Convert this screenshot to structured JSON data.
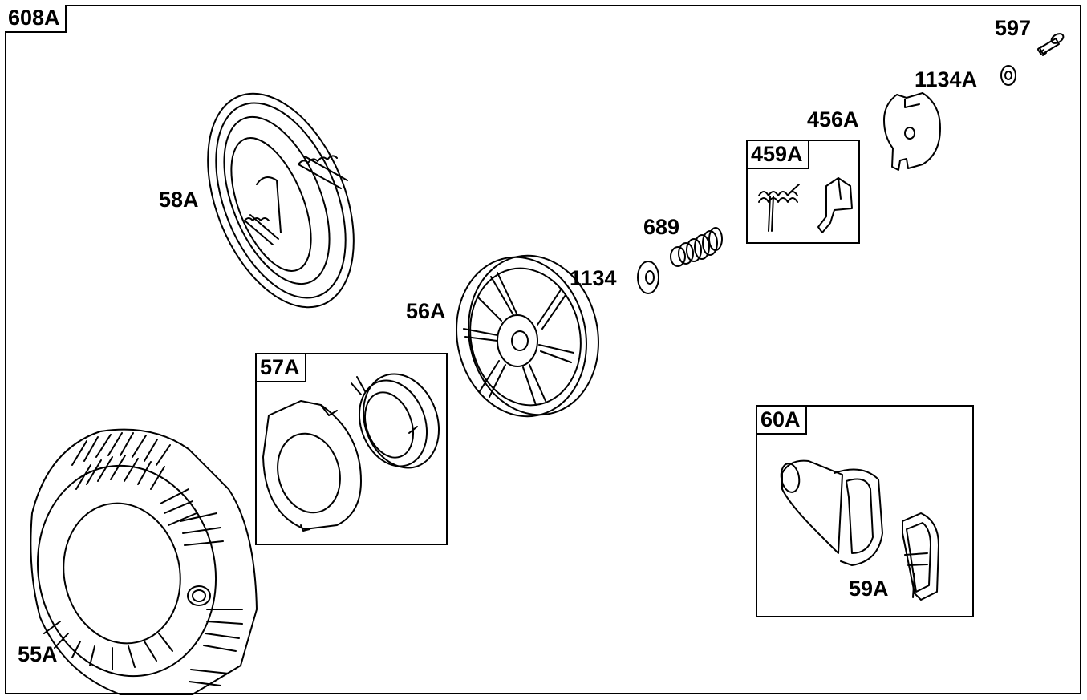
{
  "diagram": {
    "main_label": "608A",
    "group_labels": {
      "g57": "57A",
      "g459": "459A",
      "g60": "60A"
    },
    "part_labels": {
      "p597": "597",
      "p1134A": "1134A",
      "p456A": "456A",
      "p58A": "58A",
      "p689": "689",
      "p1134": "1134",
      "p56A": "56A",
      "p55A": "55A",
      "p59A": "59A"
    }
  }
}
